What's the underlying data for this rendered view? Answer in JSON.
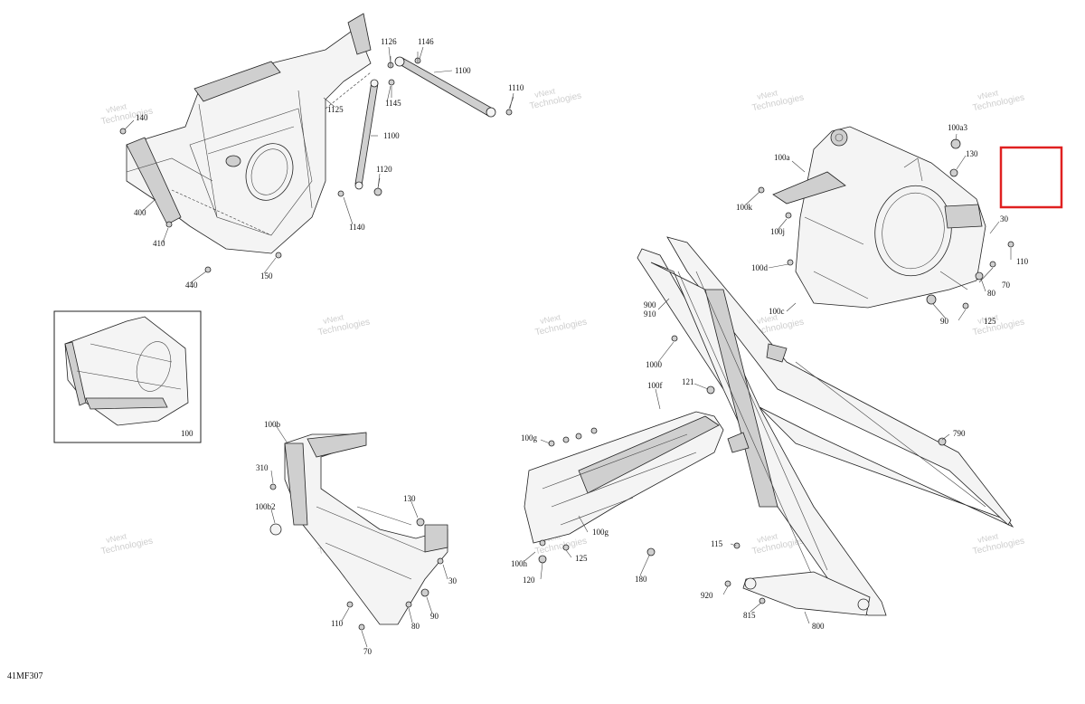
{
  "diagram_code": "41MF307",
  "watermark_line1": "vNext",
  "watermark_line2": "Technologies",
  "highlight_color": "#e02020",
  "callouts": {
    "c1126": "1126",
    "c1146": "1146",
    "c1100a": "1100",
    "c1110": "1110",
    "c1145": "1145",
    "c1125": "1125",
    "c1100b": "1100",
    "c1120": "1120",
    "c1140": "1140",
    "c140": "140",
    "c400": "400",
    "c410": "410",
    "c150": "150",
    "c440": "440",
    "c100": "100",
    "c100a3": "100a3",
    "c100a": "100a",
    "c130a": "130",
    "c100k": "100k",
    "c100j": "100j",
    "c30a": "30",
    "c110a": "110",
    "c100d": "100d",
    "c80a": "80",
    "c70a": "70",
    "c100c": "100c",
    "c90a": "90",
    "c125a": "125",
    "c900": "900",
    "c910": "910",
    "c1000": "1000",
    "c100f": "100f",
    "c121": "121",
    "c100g1": "100g",
    "c100g2": "100g",
    "c790": "790",
    "c100h": "100h",
    "c125b": "125",
    "c120": "120",
    "c180": "180",
    "c115": "115",
    "c920": "920",
    "c815": "815",
    "c800": "800",
    "c100b": "100b",
    "c310": "310",
    "c100b2": "100b2",
    "c130b": "130",
    "c30b": "30",
    "c110b": "110",
    "c80b": "80",
    "c90b": "90",
    "c70b": "70"
  }
}
